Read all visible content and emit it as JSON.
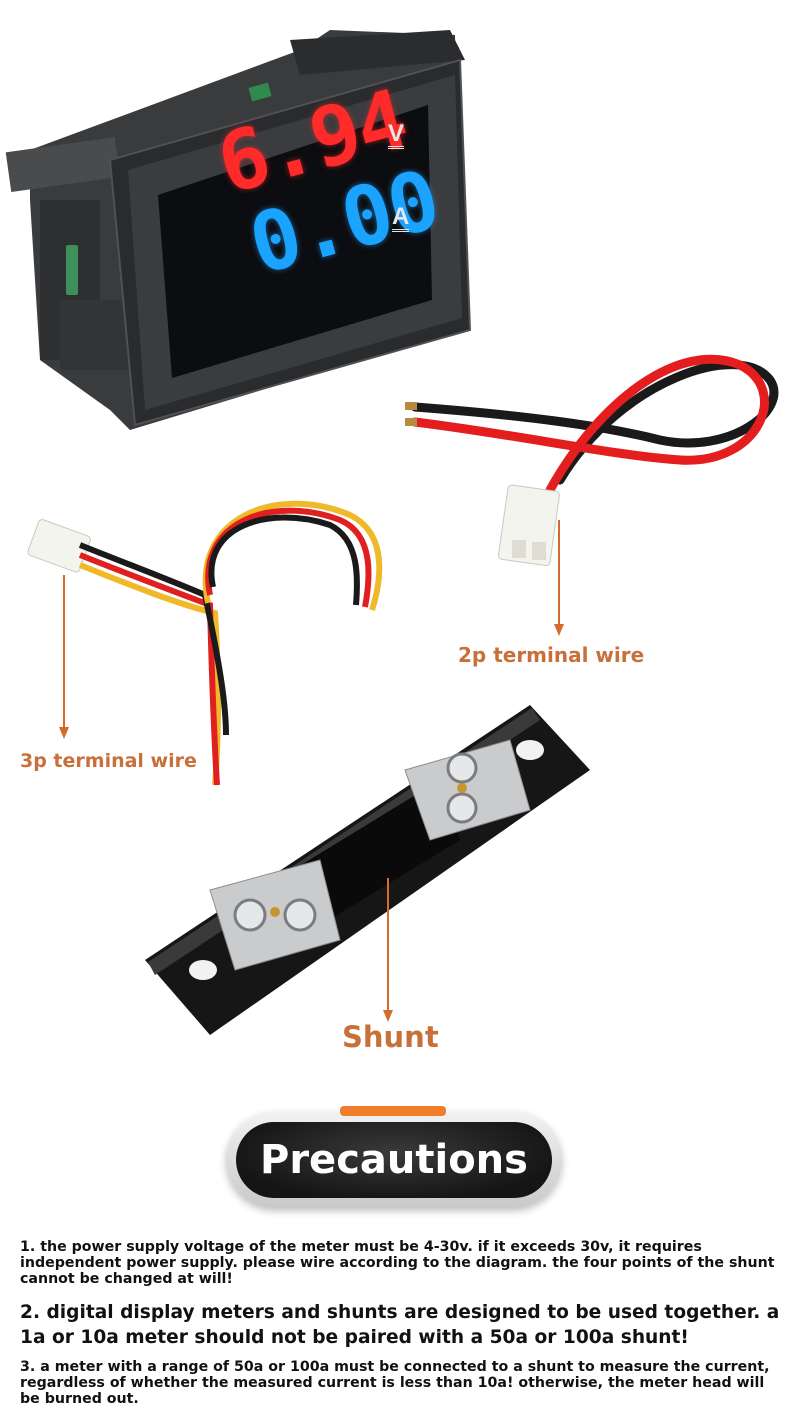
{
  "meter": {
    "voltage_reading": "6.94",
    "current_reading": "0.00",
    "voltage_unit": "V",
    "current_unit": "A"
  },
  "labels": {
    "terminal_3p": "3p terminal wire",
    "terminal_2p": "2p terminal wire",
    "shunt": "Shunt"
  },
  "precautions": {
    "title": "Precautions",
    "items": [
      "1. the power supply voltage of the meter must be 4-30v. if it exceeds 30v, it requires independent power supply. please wire according to the diagram. the four points of the shunt cannot be changed at will!",
      "2. digital display meters and shunts are designed to be used together. a 1a or 10a meter should not be paired with a 50a or 100a shunt!",
      "3. a meter with a range of 50a or 100a must be connected to a shunt to measure the current, regardless of whether the measured current is less than 10a! otherwise, the meter head will be burned out."
    ]
  },
  "colors": {
    "accent_orange": "#c8703a",
    "pill_tab": "#ef7d2a",
    "voltage_red": "#ff2b2b",
    "current_blue": "#1aa3ff"
  }
}
